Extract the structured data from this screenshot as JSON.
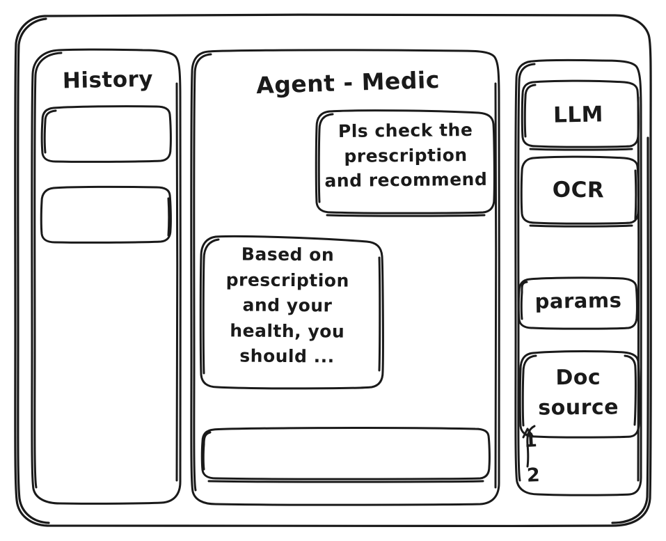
{
  "window": {
    "style": "hand-drawn-wireframe",
    "stroke_color": "#1a1a1a",
    "background_color": "#ffffff"
  },
  "sidebar_left": {
    "title": "History",
    "items": [
      {
        "label": ""
      },
      {
        "label": ""
      }
    ]
  },
  "main": {
    "title": "Agent - Medic",
    "messages": [
      {
        "role": "user",
        "text": "Pls check the\nprescription\nand recommend"
      },
      {
        "role": "assistant",
        "text": "Based on\nprescription\nand your\nhealth, you\nshould ..."
      }
    ],
    "composer": {
      "value": "",
      "placeholder": ""
    }
  },
  "sidebar_right": {
    "tools": [
      {
        "label": "LLM"
      },
      {
        "label": "OCR"
      },
      {
        "label": "params"
      }
    ],
    "doc_source": {
      "label": "Doc\nsource",
      "items": [
        {
          "label": "1"
        },
        {
          "label": "2"
        }
      ]
    }
  }
}
